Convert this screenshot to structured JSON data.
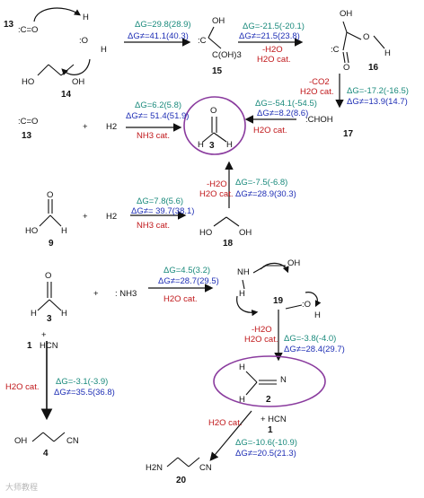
{
  "molecules": {
    "m13a": "13",
    "m14": "14",
    "m15": "15",
    "m16": "16",
    "m17": "17",
    "m13b": "13",
    "m3a": "3",
    "m9": "9",
    "m18": "18",
    "m3b": "3",
    "m1a": "1",
    "m19": "19",
    "m2": "2",
    "m4": "4",
    "m1b": "1",
    "m20": "20"
  },
  "atoms": {
    "co_top": ":C=O",
    "oh_h": "H",
    "oh_o": ":O",
    "oh_h2": "H",
    "ho_14a": "HO",
    "ho_14b": "OH",
    "m15_oh": "OH",
    "m15_c": ":C",
    "m15_coh3": "C(OH)3",
    "m16_oh": "OH",
    "m16_o": "O",
    "m16_h": "H",
    "m16_c": ":C",
    "m16_o2": "O",
    "m17_choh": ":CHOH",
    "co_b": ":C=O",
    "plus1": "+",
    "h2_a": "H2",
    "m3_o": "O",
    "m3_h1": "H",
    "m3_h2": "H",
    "m9_o": "O",
    "m9_ho": "HO",
    "m9_h": "H",
    "plus2": "+",
    "h2_b": "H2",
    "m18_ho": "HO",
    "m18_oh": "OH",
    "m3b_o": "O",
    "m3b_h1": "H",
    "m3b_h2": "H",
    "plus3": "+",
    "nh3": ": NH3",
    "m1a_plus": "+",
    "m1a_hcn": "HCN",
    "m19_nh": "NH",
    "m19_h": "H",
    "m19_oh": "OH",
    "m19_o": ":O",
    "m19_h2": "H",
    "m2_h1": "H",
    "m2_n": "N",
    "m2_h2": "H",
    "m1b_plus": "+ HCN",
    "m4_oh": "OH",
    "m4_cn": "CN",
    "m20_h2n": "H2N",
    "m20_cn": "CN"
  },
  "reactions": {
    "r1": {
      "dG": "ΔG=29.8(28.9)",
      "dGa": "ΔG≠=41.1(40.3)"
    },
    "r2": {
      "dG": "ΔG=-21.5(-20.1)",
      "dGa": "ΔG≠=21.5(23.8)",
      "cond": "-H2O",
      "cat": "H2O cat."
    },
    "r3": {
      "cond": "-CO2",
      "cat": "H2O cat.",
      "dG": "ΔG=-17.2(-16.5)",
      "dGa": "ΔG≠=13.9(14.7)"
    },
    "r4": {
      "dG": "ΔG=-54.1(-54.5)",
      "dGa": "ΔG≠=8.2(8.6)",
      "cat": "H2O cat."
    },
    "r5": {
      "dG": "ΔG=6.2(5.8)",
      "dGa": "ΔG≠= 51.4(51.9)",
      "cat": "NH3 cat."
    },
    "r6": {
      "dG": "ΔG=7.8(5.6)",
      "dGa": "ΔG≠= 39.7(38.1)",
      "cat": "NH3 cat."
    },
    "r7": {
      "cond": "-H2O",
      "cat": "H2O cat.",
      "dG": "ΔG=-7.5(-6.8)",
      "dGa": "ΔG≠=28.9(30.3)"
    },
    "r8": {
      "dG": "ΔG=4.5(3.2)",
      "dGa": "ΔG≠=28.7(29.5)",
      "cat": "H2O cat."
    },
    "r9": {
      "cond": "-H2O",
      "cat": "H2O cat.",
      "dG": "ΔG=-3.8(-4.0)",
      "dGa": "ΔG≠=28.4(29.7)"
    },
    "r10": {
      "cat": "H2O cat.",
      "dG": "ΔG=-3.1(-3.9)",
      "dGa": "ΔG≠=35.5(36.8)"
    },
    "r11": {
      "cat": "H2O cat.",
      "dG": "ΔG=-10.6(-10.9)",
      "dGa": "ΔG≠=20.5(21.3)"
    }
  },
  "watermark": "大师教程",
  "colors": {
    "teal": "#1a8a7c",
    "blue": "#1f2fb5",
    "red": "#c0171a",
    "purple": "#8a3b9e"
  }
}
